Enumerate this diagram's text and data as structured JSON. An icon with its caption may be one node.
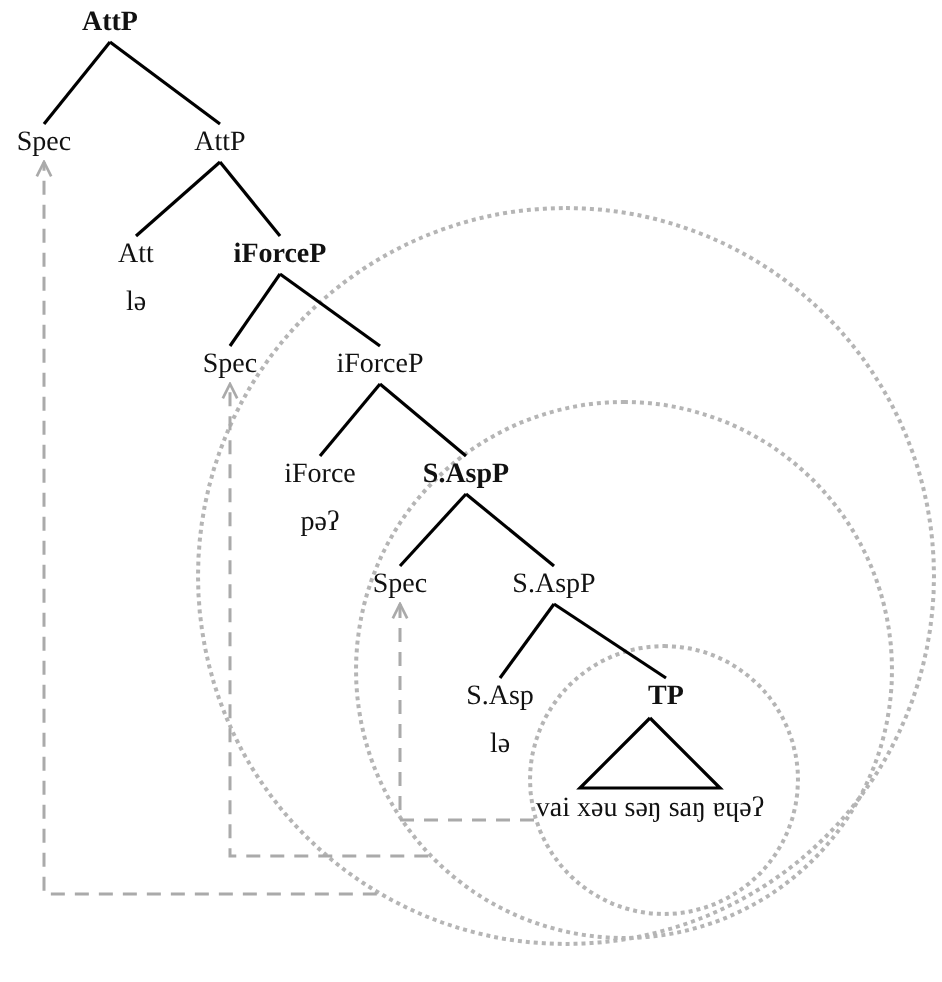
{
  "diagram": {
    "nodes": [
      {
        "text": [
          "AttP"
        ]
      },
      {
        "text": [
          "Spec"
        ]
      },
      {
        "text": [
          "AttP"
        ]
      },
      {
        "text": [
          "Att"
        ],
        "beside": [
          "lə"
        ]
      },
      {
        "text": [],
        "shape": "circle"
      },
      {
        "text": [
          "iForceP"
        ],
        "in": 4
      },
      {
        "text": [
          "Spec"
        ],
        "in": 4
      },
      {
        "text": [
          "iForceP"
        ],
        "in": 4
      },
      {
        "text": [
          "iForce"
        ],
        "beside": [
          "pəʔ"
        ],
        "in": 4
      },
      {
        "text": [],
        "shape": "circle",
        "in": 4
      },
      {
        "text": [
          "S.AspP"
        ],
        "in": 9
      },
      {
        "text": [
          "Spec"
        ],
        "in": 9
      },
      {
        "text": [
          "S.AspP"
        ],
        "in": 9
      },
      {
        "text": [
          "S.Asp"
        ],
        "beside": [
          "lə"
        ],
        "in": 9
      },
      {
        "text": [],
        "shape": "circle",
        "in": 9
      },
      {
        "text": [
          "TP"
        ],
        "in": 14
      },
      {
        "text": [
          "vai xəu səŋ saŋ ɐɥəʔ"
        ],
        "in": 14
      }
    ],
    "edges": [
      {
        "from": 0,
        "to": 1,
        "arrow": "none"
      },
      {
        "from": 0,
        "to": 2,
        "arrow": "none"
      },
      {
        "from": 2,
        "to": 3,
        "arrow": "none"
      },
      {
        "from": 2,
        "to": 5,
        "arrow": "none"
      },
      {
        "from": 5,
        "to": 6,
        "arrow": "none"
      },
      {
        "from": 5,
        "to": 7,
        "arrow": "none"
      },
      {
        "from": 7,
        "to": 8,
        "arrow": "none"
      },
      {
        "from": 7,
        "to": 10,
        "arrow": "none"
      },
      {
        "from": 10,
        "to": 11,
        "arrow": "none"
      },
      {
        "from": 10,
        "to": 12,
        "arrow": "none"
      },
      {
        "from": 12,
        "to": 13,
        "arrow": "none"
      },
      {
        "from": 12,
        "to": 15,
        "arrow": "none"
      },
      {
        "from": 15,
        "to": 16,
        "arrow": "none"
      },
      {
        "from": 4,
        "to": 1,
        "arrow": "to",
        "style": "dashed",
        "color": "#aaaaaa"
      },
      {
        "from": 9,
        "to": 6,
        "arrow": "to",
        "style": "dashed",
        "color": "#aaaaaa"
      },
      {
        "from": 14,
        "to": 11,
        "arrow": "to",
        "style": "dashed",
        "color": "#aaaaaa"
      }
    ]
  }
}
